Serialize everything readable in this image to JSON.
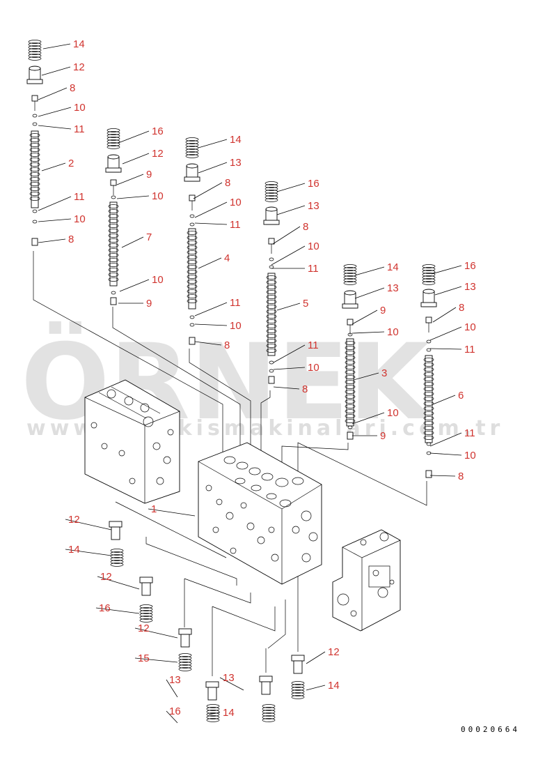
{
  "watermark": {
    "brand": "ÖRNEK",
    "url": "www.ornekismakinalari.com.tr"
  },
  "drawing_code": "00020664",
  "callouts": [
    {
      "id": "c1",
      "text": "14"
    },
    {
      "id": "c2",
      "text": "12"
    },
    {
      "id": "c3",
      "text": "8"
    },
    {
      "id": "c4",
      "text": "10"
    },
    {
      "id": "c5",
      "text": "11"
    },
    {
      "id": "c6",
      "text": "2"
    },
    {
      "id": "c7",
      "text": "11"
    },
    {
      "id": "c8",
      "text": "10"
    },
    {
      "id": "c9",
      "text": "8"
    },
    {
      "id": "c10",
      "text": "16"
    },
    {
      "id": "c11",
      "text": "12"
    },
    {
      "id": "c12",
      "text": "9"
    },
    {
      "id": "c13",
      "text": "10"
    },
    {
      "id": "c14",
      "text": "7"
    },
    {
      "id": "c15",
      "text": "10"
    },
    {
      "id": "c16",
      "text": "9"
    },
    {
      "id": "c17",
      "text": "14"
    },
    {
      "id": "c18",
      "text": "13"
    },
    {
      "id": "c19",
      "text": "8"
    },
    {
      "id": "c20",
      "text": "10"
    },
    {
      "id": "c21",
      "text": "11"
    },
    {
      "id": "c22",
      "text": "4"
    },
    {
      "id": "c23",
      "text": "11"
    },
    {
      "id": "c24",
      "text": "10"
    },
    {
      "id": "c25",
      "text": "8"
    },
    {
      "id": "c26",
      "text": "16"
    },
    {
      "id": "c27",
      "text": "13"
    },
    {
      "id": "c28",
      "text": "8"
    },
    {
      "id": "c29",
      "text": "10"
    },
    {
      "id": "c30",
      "text": "11"
    },
    {
      "id": "c31",
      "text": "5"
    },
    {
      "id": "c32",
      "text": "11"
    },
    {
      "id": "c33",
      "text": "10"
    },
    {
      "id": "c34",
      "text": "8"
    },
    {
      "id": "c35",
      "text": "14"
    },
    {
      "id": "c36",
      "text": "13"
    },
    {
      "id": "c37",
      "text": "9"
    },
    {
      "id": "c38",
      "text": "10"
    },
    {
      "id": "c39",
      "text": "3"
    },
    {
      "id": "c40",
      "text": "10"
    },
    {
      "id": "c41",
      "text": "9"
    },
    {
      "id": "c42",
      "text": "16"
    },
    {
      "id": "c43",
      "text": "13"
    },
    {
      "id": "c44",
      "text": "8"
    },
    {
      "id": "c45",
      "text": "10"
    },
    {
      "id": "c46",
      "text": "11"
    },
    {
      "id": "c47",
      "text": "6"
    },
    {
      "id": "c48",
      "text": "11"
    },
    {
      "id": "c49",
      "text": "10"
    },
    {
      "id": "c50",
      "text": "8"
    },
    {
      "id": "c51",
      "text": "1"
    },
    {
      "id": "c52",
      "text": "12"
    },
    {
      "id": "c53",
      "text": "14"
    },
    {
      "id": "c54",
      "text": "12"
    },
    {
      "id": "c55",
      "text": "16"
    },
    {
      "id": "c56",
      "text": "12"
    },
    {
      "id": "c57",
      "text": "15"
    },
    {
      "id": "c58",
      "text": "13"
    },
    {
      "id": "c59",
      "text": "13"
    },
    {
      "id": "c60",
      "text": "16"
    },
    {
      "id": "c61",
      "text": "14"
    },
    {
      "id": "c62",
      "text": "12"
    },
    {
      "id": "c63",
      "text": "14"
    }
  ]
}
